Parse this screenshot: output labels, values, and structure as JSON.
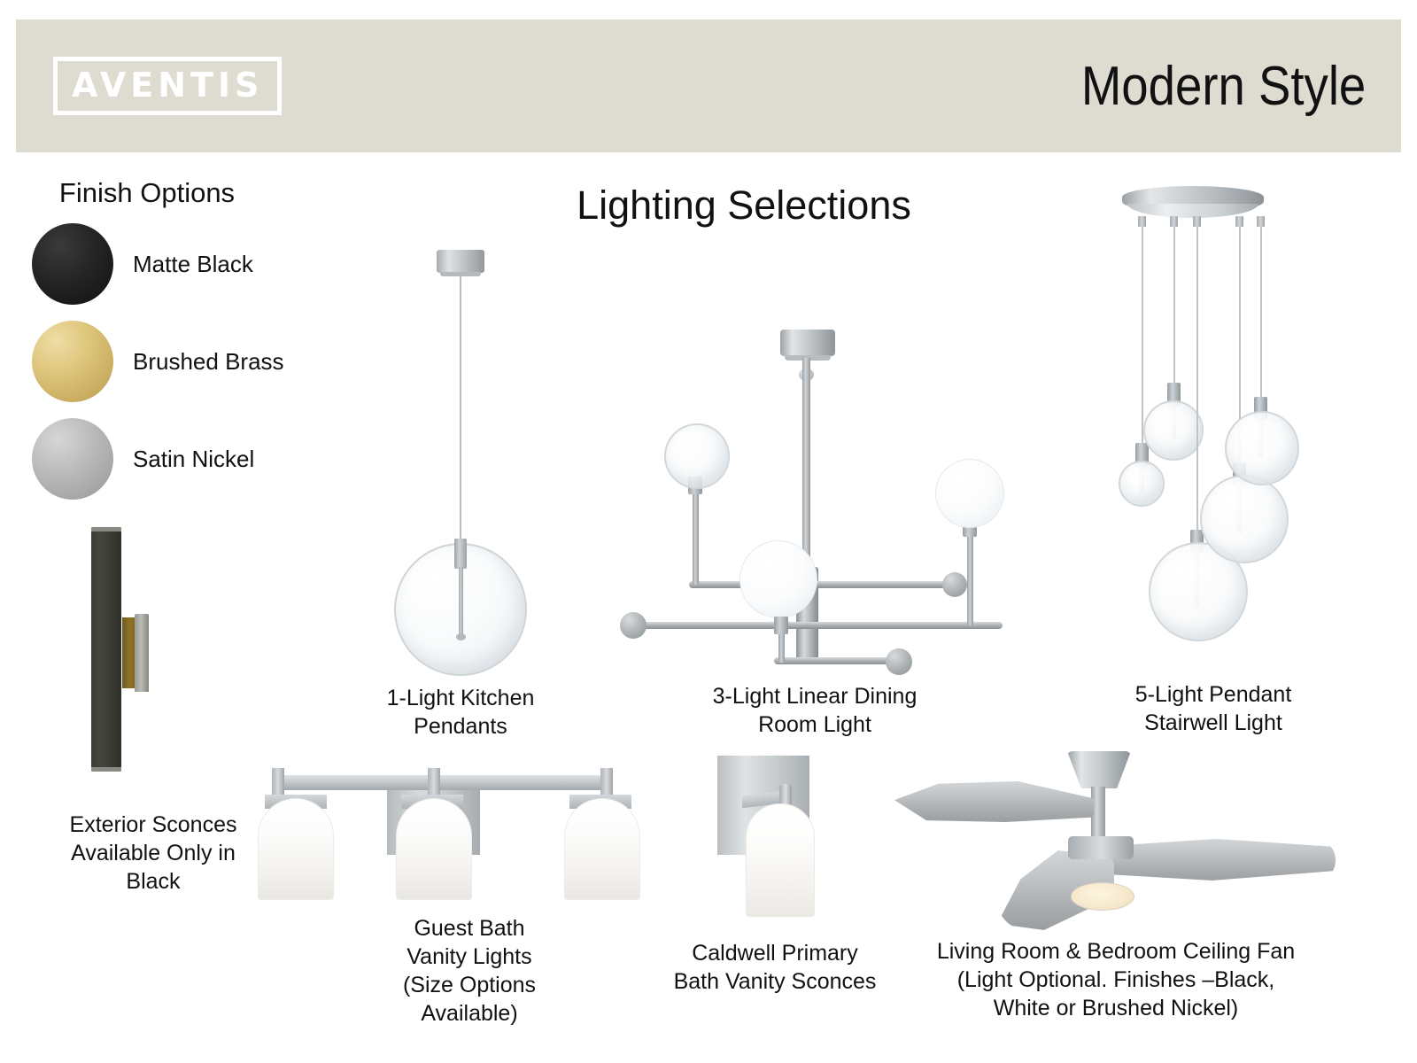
{
  "header": {
    "logo_text": "AVENTIS",
    "title": "Modern Style",
    "background_color": "#dedbd0"
  },
  "main_title": "Lighting Selections",
  "finish_options": {
    "heading": "Finish Options",
    "items": [
      {
        "label": "Matte Black",
        "color": "#262626"
      },
      {
        "label": "Brushed Brass",
        "color": "#d6bc74"
      },
      {
        "label": "Satin Nickel",
        "color": "#b4b4b4"
      }
    ]
  },
  "products": {
    "exterior_sconce": {
      "caption_line1": "Exterior Sconces",
      "caption_line2": "Available Only in",
      "caption_line3": "Black"
    },
    "kitchen_pendant": {
      "caption_line1": "1-Light Kitchen",
      "caption_line2": "Pendants"
    },
    "linear_dining": {
      "caption_line1": "3-Light Linear Dining",
      "caption_line2": "Room Light"
    },
    "stairwell_cluster": {
      "caption_line1": "5-Light Pendant",
      "caption_line2": "Stairwell Light"
    },
    "guest_vanity": {
      "caption_line1": "Guest Bath",
      "caption_line2": "Vanity Lights",
      "caption_line3": "(Size Options",
      "caption_line4": "Available)"
    },
    "caldwell_sconce": {
      "caption_line1": "Caldwell Primary",
      "caption_line2": "Bath Vanity Sconces"
    },
    "ceiling_fan": {
      "caption_line1": "Living Room & Bedroom Ceiling Fan",
      "caption_line2": "(Light Optional. Finishes –Black,",
      "caption_line3": "White or Brushed Nickel)"
    }
  }
}
